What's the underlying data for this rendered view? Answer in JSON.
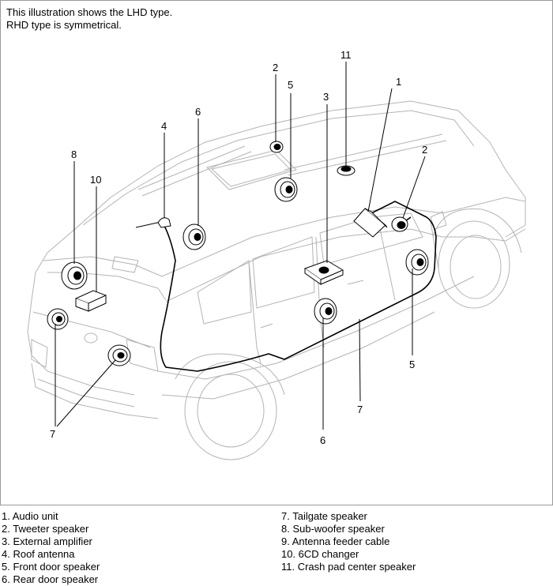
{
  "note": {
    "line1": "This illustration shows the LHD type.",
    "line2": "RHD type is symmetrical."
  },
  "callouts": {
    "c1": "1",
    "c2a": "2",
    "c2b": "2",
    "c3": "3",
    "c4": "4",
    "c5a": "5",
    "c5b": "5",
    "c6a": "6",
    "c6b": "6",
    "c7a": "7",
    "c7b": "7",
    "c8": "8",
    "c10": "10",
    "c11": "11"
  },
  "legend": {
    "left": [
      "1. Audio unit",
      "2. Tweeter speaker",
      "3. External amplifier",
      "4. Roof antenna",
      "5. Front door speaker",
      "6. Rear door speaker"
    ],
    "right": [
      "7. Tailgate speaker",
      "8. Sub-woofer speaker",
      "9. Antenna feeder cable",
      "10. 6CD changer",
      "11. Crash pad center speaker"
    ]
  }
}
